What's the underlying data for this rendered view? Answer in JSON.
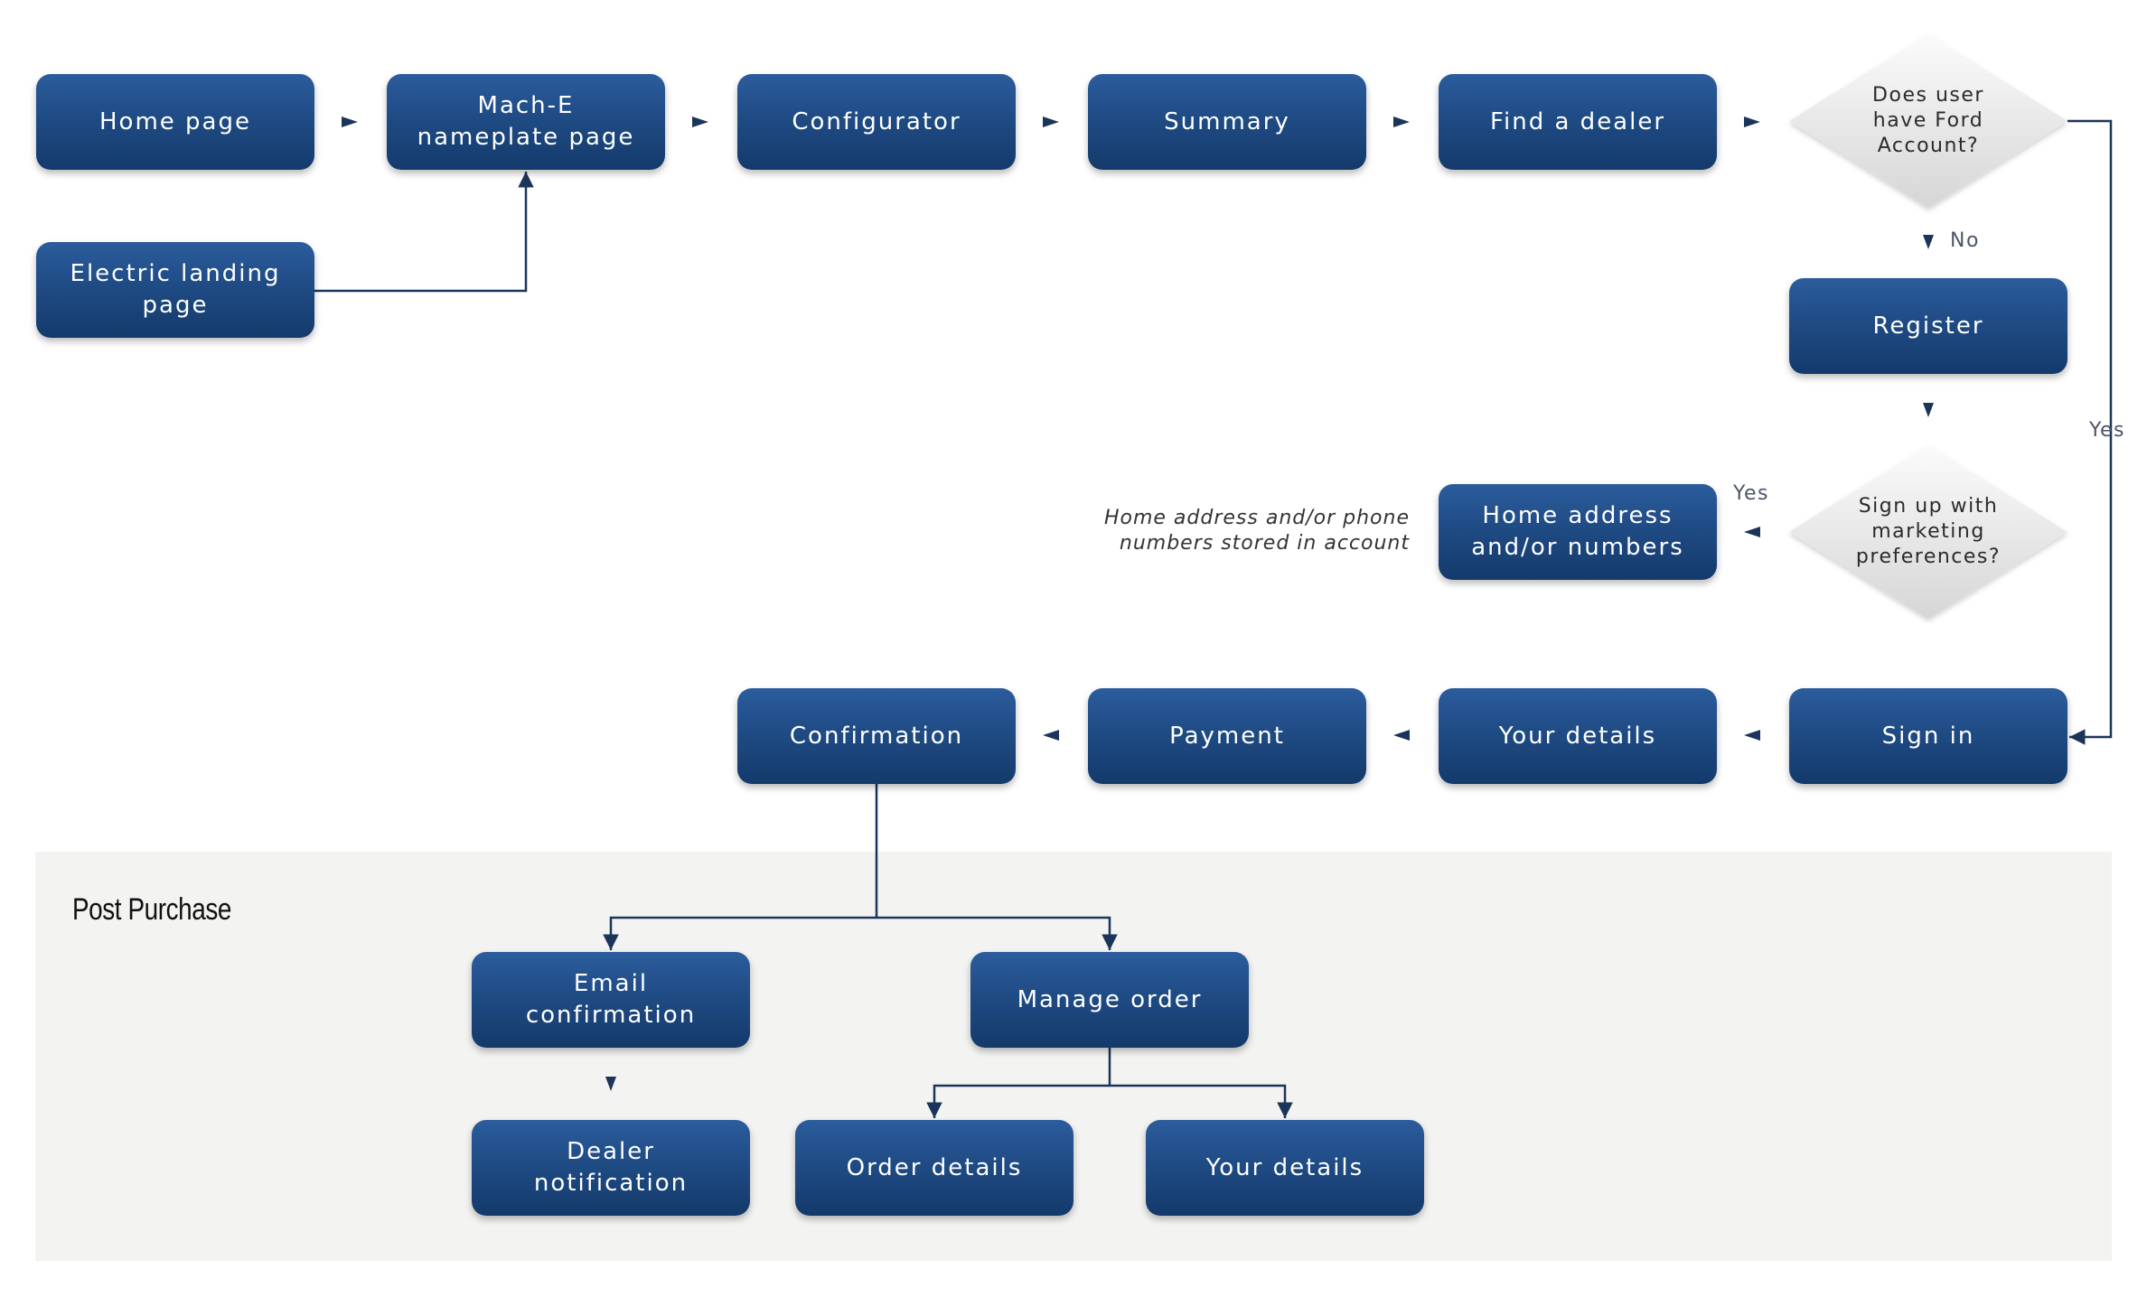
{
  "flow": {
    "nodes": {
      "home_page": "Home page",
      "mach_e_page": "Mach-E\nnameplate page",
      "configurator": "Configurator",
      "summary": "Summary",
      "find_dealer": "Find a dealer",
      "electric_landing": "Electric landing\npage",
      "register": "Register",
      "home_address": "Home address\nand/or numbers",
      "confirmation": "Confirmation",
      "payment": "Payment",
      "your_details": "Your details",
      "sign_in": "Sign in"
    },
    "decisions": {
      "ford_account": "Does user\nhave Ford\nAccount?",
      "marketing": "Sign up with\nmarketing\npreferences?"
    },
    "edge_labels": {
      "no": "No",
      "yes_right": "Yes",
      "yes_marketing": "Yes"
    },
    "note": "Home address and/or phone\nnumbers stored in account"
  },
  "post_purchase": {
    "title": "Post Purchase",
    "nodes": {
      "email_confirmation": "Email\nconfirmation",
      "manage_order": "Manage order",
      "dealer_notification": "Dealer\nnotification",
      "order_details": "Order details",
      "your_details": "Your details"
    }
  },
  "colors": {
    "node_top": "#2b5c9c",
    "node_bottom": "#143a6b",
    "connector": "#1b355a",
    "panel": "#f3f3f2"
  }
}
